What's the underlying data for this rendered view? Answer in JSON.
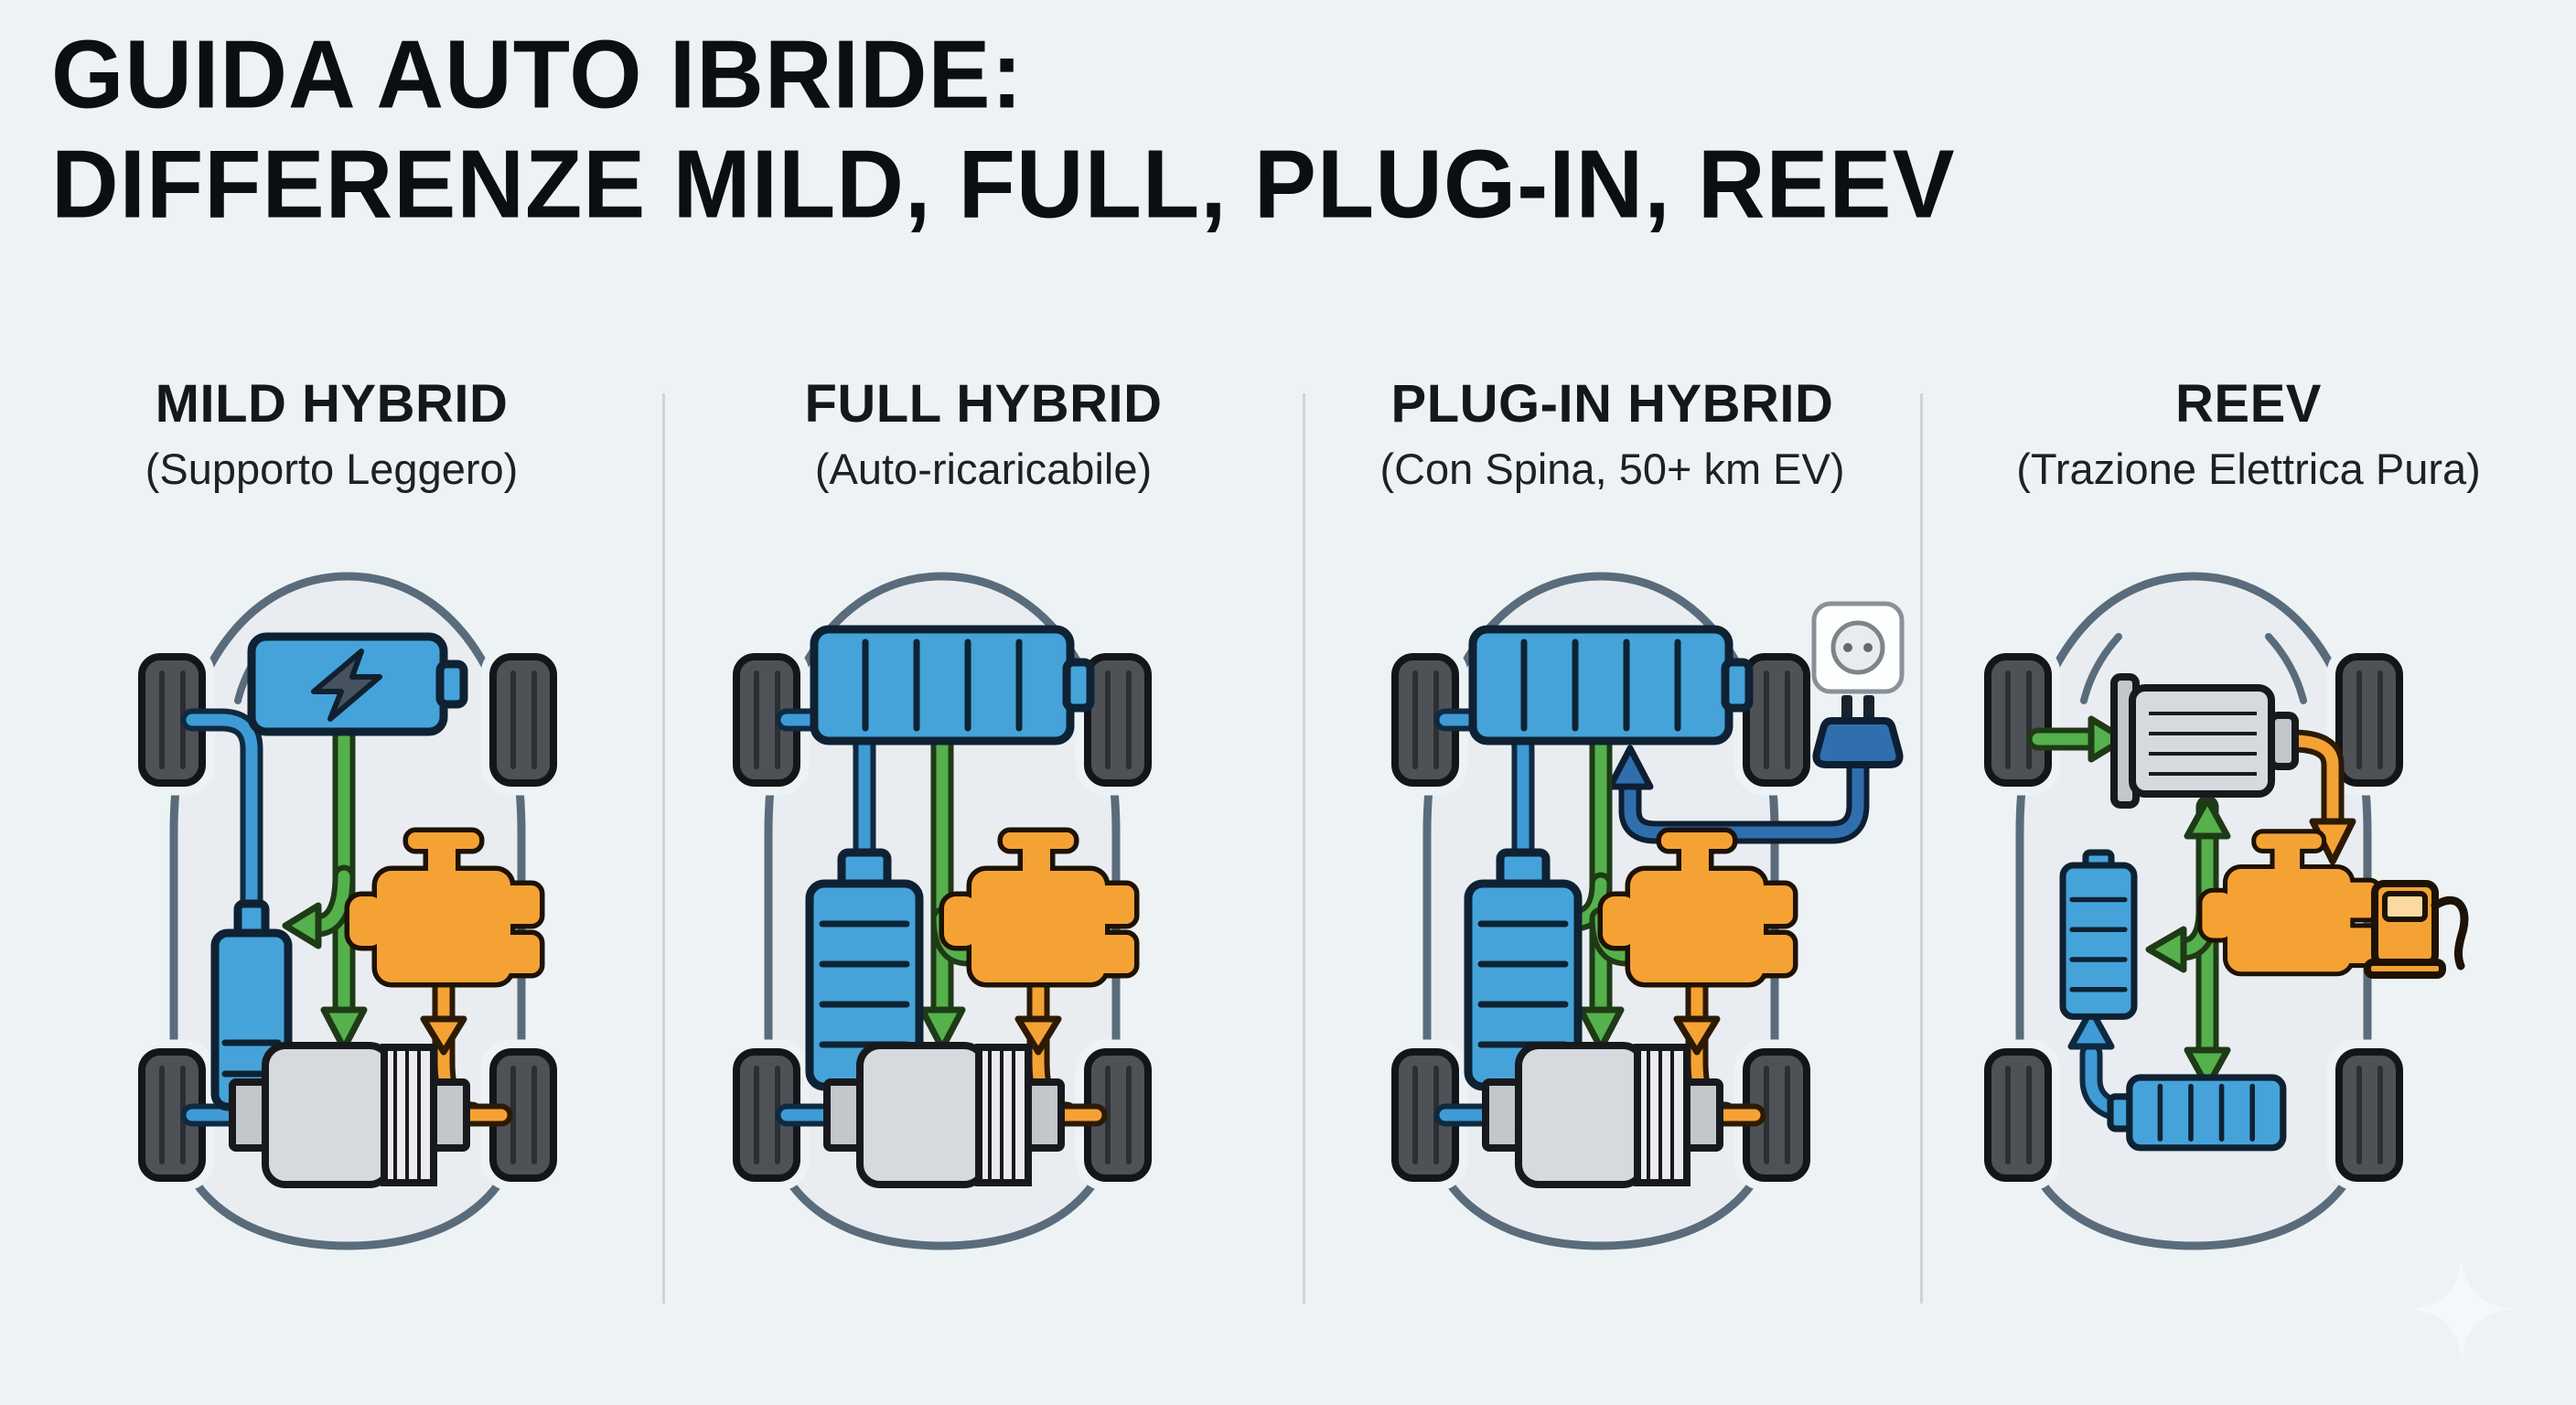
{
  "title": {
    "line1": "GUIDA AUTO IBRIDE:",
    "line2": "DIFFERENZE MILD, FULL, PLUG-IN, REEV"
  },
  "panels": [
    {
      "title": "MILD HYBRID",
      "subtitle": "(Supporto Leggero)",
      "components": [
        "car-top-view",
        "small-battery-with-bolt-icon",
        "starter-generator-unit-icon",
        "combustion-engine-icon",
        "transmission-motor-icon",
        "wheel-icon"
      ],
      "flows": [
        "green-arrow-battery-to-transmission",
        "green-arrow-to-starter-unit",
        "blue-line-front-wheel-through-unit-to-axle",
        "orange-arrow-engine-to-rear-axle"
      ]
    },
    {
      "title": "FULL HYBRID",
      "subtitle": "(Auto-ricaricabile)",
      "components": [
        "car-top-view",
        "large-battery-5-cells-icon",
        "vertical-battery-icon",
        "combustion-engine-icon",
        "transmission-motor-icon",
        "wheel-icon"
      ],
      "flows": [
        "green-arrow-battery-to-transmission",
        "green-link-to-engine",
        "blue-regen-arrow-axle-to-battery",
        "orange-arrow-engine-to-rear-axle"
      ]
    },
    {
      "title": "PLUG-IN HYBRID",
      "subtitle": "(Con Spina, 50+ km EV)",
      "components": [
        "car-top-view",
        "large-battery-5-cells-icon",
        "vertical-battery-icon",
        "combustion-engine-icon",
        "transmission-motor-icon",
        "wall-socket-icon",
        "charging-plug-icon",
        "wheel-icon"
      ],
      "flows": [
        "dark-blue-charging-cable-socket-to-battery",
        "green-arrow-battery-to-transmission",
        "green-arrow-to-side-battery",
        "green-link-to-engine",
        "blue-regen-arrow-axle-to-battery",
        "orange-arrow-engine-to-rear-axle"
      ]
    },
    {
      "title": "REEV",
      "subtitle": "(Trazione Elettrica Pura)",
      "components": [
        "car-top-view",
        "electric-drive-motor-icon",
        "combustion-engine-icon",
        "fuel-pump-icon",
        "vertical-battery-icon",
        "horizontal-battery-icon",
        "wheel-icon"
      ],
      "flows": [
        "green-arrow-front-wheel-to-motor",
        "orange-arrow-motor-to-engine",
        "green-chain-motor-battery-battery",
        "blue-arrow-battery-to-battery"
      ]
    }
  ],
  "colors": {
    "background": "#edf2f5",
    "car_fill": "#e9edf1",
    "car_outline": "#5a6c7b",
    "electric_blue": "#3f9bd5",
    "battery_blue": "#45a3da",
    "hybrid_green": "#55b14b",
    "combustion_orange": "#f5a235",
    "charge_cable_blue": "#2f6fad",
    "wheel_gray": "#4e5257",
    "motor_gray": "#d6dade",
    "ink": "#0c0e11"
  },
  "watermark": "sparkle-bottom-right"
}
